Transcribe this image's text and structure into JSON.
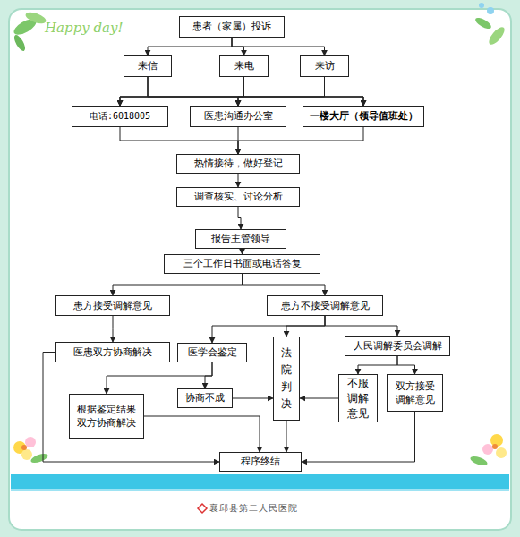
{
  "diagram": {
    "nodes": [
      {
        "text": [
          "患者（家属）投诉"
        ]
      },
      {
        "text": [
          "来信"
        ]
      },
      {
        "text": [
          "来电"
        ]
      },
      {
        "text": [
          "来访"
        ]
      },
      {
        "text": [
          "电话:6018005"
        ]
      },
      {
        "text": [
          "医患沟通办公室"
        ]
      },
      {
        "text": [
          "一楼大厅（领导值班处）"
        ]
      },
      {
        "text": [
          "热情接待，做好登记"
        ]
      },
      {
        "text": [
          "调查核实、讨论分析"
        ]
      },
      {
        "text": [
          "报告主管领导"
        ]
      },
      {
        "text": [
          "三个工作日书面或电话答复"
        ]
      },
      {
        "text": [
          "患方接受调解意见"
        ]
      },
      {
        "text": [
          "患方不接受调解意见"
        ]
      },
      {
        "text": [
          "医患双方协商解决"
        ]
      },
      {
        "text": [
          "医学会鉴定"
        ]
      },
      {
        "text": [
          "法院判决"
        ]
      },
      {
        "text": [
          "人民调解委员会调解"
        ]
      },
      {
        "text": [
          "根据鉴定结果双方协商解决"
        ]
      },
      {
        "text": [
          "协商不成"
        ]
      },
      {
        "text": [
          "不服调解意见"
        ]
      },
      {
        "text": [
          "双方接受调解意见"
        ]
      },
      {
        "text": [
          "程序终结"
        ]
      }
    ],
    "edges": [
      {
        "from": 0,
        "to": 1,
        "arrow": "to"
      },
      {
        "from": 0,
        "to": 2,
        "arrow": "to"
      },
      {
        "from": 0,
        "to": 3,
        "arrow": "to"
      },
      {
        "from": 1,
        "to": 4,
        "arrow": "to"
      },
      {
        "from": 1,
        "to": 5,
        "arrow": "to"
      },
      {
        "from": 1,
        "to": 6,
        "arrow": "to"
      },
      {
        "from": 2,
        "to": 4,
        "arrow": "to"
      },
      {
        "from": 2,
        "to": 5,
        "arrow": "to"
      },
      {
        "from": 2,
        "to": 6,
        "arrow": "to"
      },
      {
        "from": 3,
        "to": 4,
        "arrow": "to"
      },
      {
        "from": 3,
        "to": 5,
        "arrow": "to"
      },
      {
        "from": 3,
        "to": 6,
        "arrow": "to"
      },
      {
        "from": 4,
        "to": 7,
        "arrow": "to"
      },
      {
        "from": 5,
        "to": 7,
        "arrow": "to"
      },
      {
        "from": 6,
        "to": 7,
        "arrow": "to"
      },
      {
        "from": 7,
        "to": 8,
        "arrow": "to"
      },
      {
        "from": 8,
        "to": 9,
        "arrow": "to"
      },
      {
        "from": 9,
        "to": 10,
        "arrow": "to"
      },
      {
        "from": 10,
        "to": 11,
        "arrow": "to"
      },
      {
        "from": 10,
        "to": 12,
        "arrow": "to"
      },
      {
        "from": 11,
        "to": 13,
        "arrow": "to"
      },
      {
        "from": 12,
        "to": 14,
        "arrow": "to"
      },
      {
        "from": 12,
        "to": 15,
        "arrow": "to"
      },
      {
        "from": 12,
        "to": 16,
        "arrow": "to"
      },
      {
        "from": 13,
        "to": 21,
        "arrow": "to"
      },
      {
        "from": 14,
        "to": 17,
        "arrow": "to"
      },
      {
        "from": 14,
        "to": 18,
        "arrow": "to"
      },
      {
        "from": 17,
        "to": 21,
        "arrow": "to"
      },
      {
        "from": 18,
        "to": 15,
        "arrow": "to"
      },
      {
        "from": 15,
        "to": 21,
        "arrow": "to"
      },
      {
        "from": 16,
        "to": 19,
        "arrow": "to"
      },
      {
        "from": 16,
        "to": 20,
        "arrow": "to"
      },
      {
        "from": 19,
        "to": 15,
        "arrow": "to"
      },
      {
        "from": 20,
        "to": 21,
        "arrow": "to"
      }
    ],
    "labels": [
      "Happy day!",
      "襄邱县第二人民医院"
    ]
  }
}
